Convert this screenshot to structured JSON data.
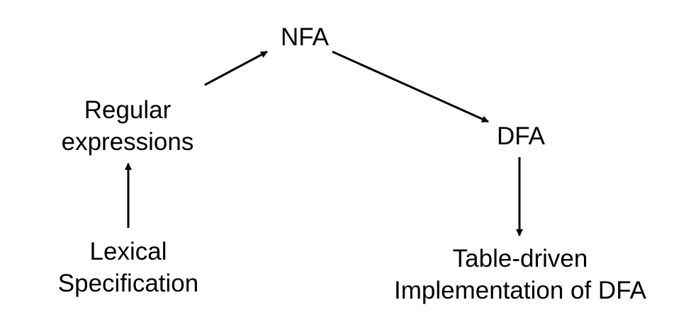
{
  "nodes": {
    "nfa": {
      "lines": [
        "NFA"
      ]
    },
    "regex": {
      "lines": [
        "Regular",
        "expressions"
      ]
    },
    "dfa": {
      "lines": [
        "DFA"
      ]
    },
    "lexical_spec": {
      "lines": [
        "Lexical",
        "Specification"
      ]
    },
    "table_impl": {
      "lines": [
        "Table-driven",
        "Implementation of DFA"
      ]
    }
  },
  "edges": [
    {
      "from": "lexical_spec",
      "to": "regex"
    },
    {
      "from": "regex",
      "to": "nfa"
    },
    {
      "from": "nfa",
      "to": "dfa"
    },
    {
      "from": "dfa",
      "to": "table_impl"
    }
  ],
  "colors": {
    "text": "#000000",
    "arrow": "#000000",
    "background": "#ffffff"
  }
}
